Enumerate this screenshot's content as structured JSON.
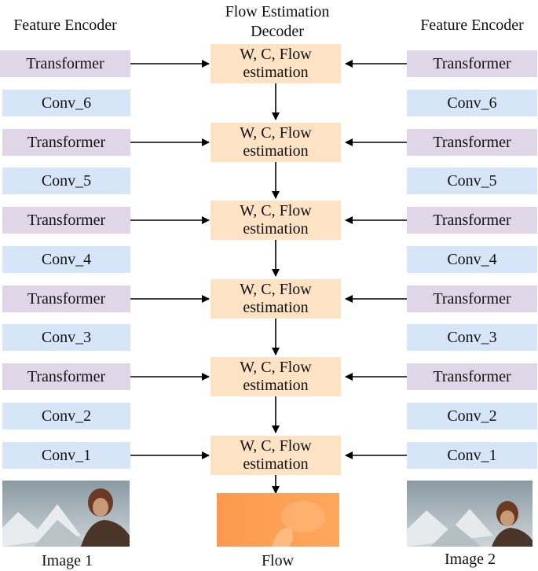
{
  "headers": {
    "left": "Feature Encoder",
    "center_line1": "Flow Estimation",
    "center_line2": "Decoder",
    "right": "Feature Encoder"
  },
  "rows": [
    {
      "encoder": "Transformer",
      "decoder_line1": "W, C, Flow",
      "decoder_line2": "estimation"
    },
    {
      "encoder": "Conv_6"
    },
    {
      "encoder": "Transformer",
      "decoder_line1": "W, C, Flow",
      "decoder_line2": "estimation"
    },
    {
      "encoder": "Conv_5"
    },
    {
      "encoder": "Transformer",
      "decoder_line1": "W, C, Flow",
      "decoder_line2": "estimation"
    },
    {
      "encoder": "Conv_4"
    },
    {
      "encoder": "Transformer",
      "decoder_line1": "W, C, Flow",
      "decoder_line2": "estimation"
    },
    {
      "encoder": "Conv_3"
    },
    {
      "encoder": "Transformer",
      "decoder_line1": "W, C, Flow",
      "decoder_line2": "estimation"
    },
    {
      "encoder": "Conv_2"
    },
    {
      "encoder": "Conv_1",
      "decoder_line1": "W, C, Flow",
      "decoder_line2": "estimation"
    }
  ],
  "captions": {
    "image1": "Image 1",
    "flow": "Flow",
    "image2": "Image 2"
  },
  "colors": {
    "transformer": "#e1d6e8",
    "conv": "#d6e6f8",
    "decoder": "#fde3c4"
  }
}
